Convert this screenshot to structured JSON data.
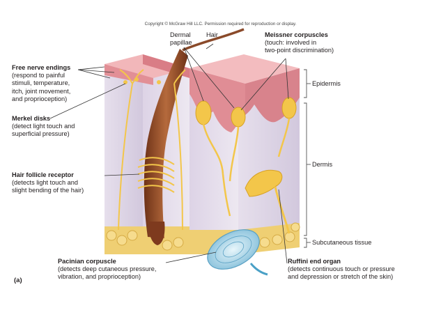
{
  "copyright": "Copyright © McGraw Hill LLC. Permission required for reproduction or display.",
  "panel_label": "(a)",
  "labels": {
    "free_nerve": {
      "title": "Free nerve endings",
      "lines": [
        "(respond to painful",
        "stimuli, temperature,",
        "itch, joint movement,",
        "and proprioception)"
      ]
    },
    "merkel": {
      "title": "Merkel disks",
      "lines": [
        "(detect light touch and",
        "superficial pressure)"
      ]
    },
    "hair_follicle": {
      "title": "Hair follicle receptor",
      "lines": [
        "(detects light touch and",
        "slight bending of the hair)"
      ]
    },
    "pacinian": {
      "title": "Pacinian corpuscle",
      "lines": [
        "(detects deep cutaneous pressure,",
        "vibration, and proprioception)"
      ]
    },
    "dermal_papillae": {
      "lines": [
        "Dermal",
        "papillae"
      ]
    },
    "hair": {
      "text": "Hair"
    },
    "meissner": {
      "title": "Meissner corpuscles",
      "lines": [
        "(touch: involved in",
        "two-point discrimination)"
      ]
    },
    "ruffini": {
      "title": "Ruffini end organ",
      "lines": [
        "(detects continuous touch or pressure",
        "and depression or stretch of the skin)"
      ]
    }
  },
  "layers": {
    "epidermis": "Epidermis",
    "dermis": "Dermis",
    "subcutaneous": "Subcutaneous tissue"
  },
  "colors": {
    "epidermis": "#e89aa0",
    "dermis_front": "#e7e2ee",
    "dermis_side": "#d6cde0",
    "nerve": "#f3c64a",
    "hair_follicle": "#9a4e2a",
    "fat": "#f0cf6e",
    "pacinian": "#9fd0e6",
    "leader": "#333333"
  }
}
